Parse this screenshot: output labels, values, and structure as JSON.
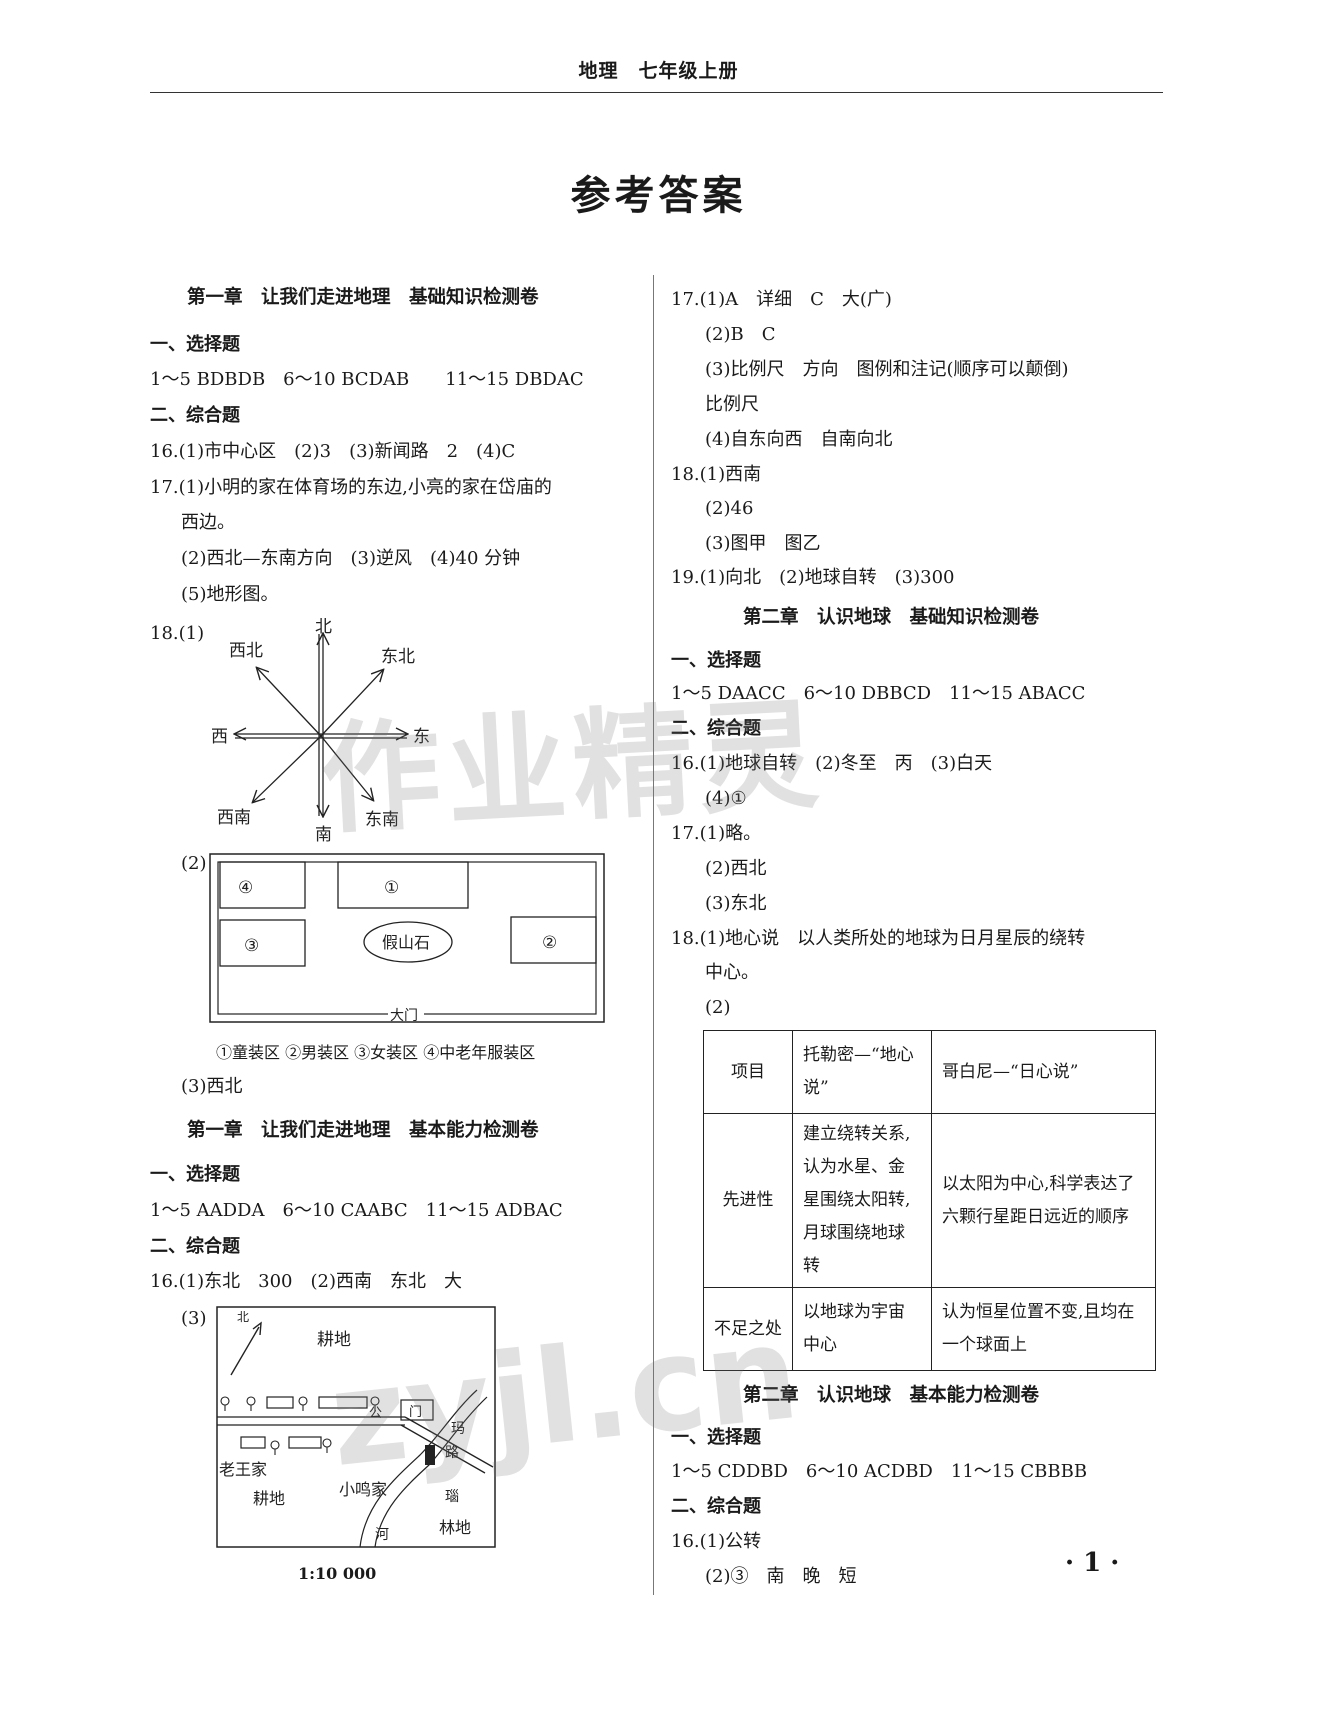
{
  "header": {
    "text": "地理　七年级上册"
  },
  "page_title": "参考答案",
  "left": {
    "sec1_title": "第一章　让我们走进地理　基础知识检测卷",
    "sec1_mc_head": "一、选择题",
    "sec1_mc": "1～5 BDBDB　6～10 BCDAB　　11～15 DBDAC",
    "sec1_comp_head": "二、综合题",
    "sec1_q16": "16.(1)市中心区　(2)3　(3)新闻路　2　(4)C",
    "sec1_q17a": "17.(1)小明的家在体育场的东边,小亮的家在岱庙的",
    "sec1_q17b": "西边。",
    "sec1_q17c": "(2)西北—东南方向　(3)逆风　(4)40 分钟",
    "sec1_q17d": "(5)地形图。",
    "sec1_q18a": "18.(1)",
    "compass": {
      "n": "北",
      "s": "南",
      "e": "东",
      "w": "西",
      "ne": "东北",
      "nw": "西北",
      "se": "东南",
      "sw": "西南"
    },
    "sec1_q18b": "(2)",
    "store": {
      "z1": "①",
      "z2": "②",
      "z3": "③",
      "z4": "④",
      "rock": "假山石",
      "gate": "大门"
    },
    "store_legend": "①童装区 ②男装区 ③女装区 ④中老年服装区",
    "sec1_q18c": "(3)西北",
    "sec2_title": "第一章　让我们走进地理　基本能力检测卷",
    "sec2_mc_head": "一、选择题",
    "sec2_mc": "1～5 AADDA　6～10 CAABC　11～15 ADBAC",
    "sec2_comp_head": "二、综合题",
    "sec2_q16": "16.(1)东北　300　(2)西南　东北　大",
    "sec2_q16c": "(3)",
    "map": {
      "north": "北",
      "farm1": "耕地",
      "lao": "老王家",
      "farm2": "耕地",
      "xiao": "小鸣家",
      "men": "门",
      "gong": "公",
      "road": "玛",
      "lu": "路",
      "he": "河",
      "liu": "瑙",
      "lin": "林地",
      "scale": "1:10 000"
    }
  },
  "right": {
    "q17a": "17.(1)A　详细　C　大(广)",
    "q17b": "(2)B　C",
    "q17c": "(3)比例尺　方向　图例和注记(顺序可以颠倒)",
    "q17d": "比例尺",
    "q17e": "(4)自东向西　自南向北",
    "q18a": "18.(1)西南",
    "q18b": "(2)46",
    "q18c": "(3)图甲　图乙",
    "q19": "19.(1)向北　(2)地球自转　(3)300",
    "sec3_title": "第二章　认识地球　基础知识检测卷",
    "sec3_mc_head": "一、选择题",
    "sec3_mc": "1～5 DAACC　6～10 DBBCD　11～15 ABACC",
    "sec3_comp_head": "二、综合题",
    "sec3_q16a": "16.(1)地球自转　(2)冬至　丙　(3)白天",
    "sec3_q16b": "(4)①",
    "sec3_q17a": "17.(1)略。",
    "sec3_q17b": "(2)西北",
    "sec3_q17c": "(3)东北",
    "sec3_q18a": "18.(1)地心说　以人类所处的地球为日月星辰的绕转",
    "sec3_q18b": "中心。",
    "sec3_q18c": "(2)",
    "table": {
      "h0": "项目",
      "h1": "托勒密—“地心说”",
      "h2": "哥白尼—“日心说”",
      "r1_label": "先进性",
      "r1_c1": "建立绕转关系,认为水星、金星围绕太阳转,月球围绕地球转",
      "r1_c2": "以太阳为中心,科学表达了六颗行星距日远近的顺序",
      "r2_label": "不足之处",
      "r2_c1": "以地球为宇宙中心",
      "r2_c2": "认为恒星位置不变,且均在一个球面上"
    },
    "sec4_title": "第二章　认识地球　基本能力检测卷",
    "sec4_mc_head": "一、选择题",
    "sec4_mc": "1～5 CDDBD　6～10 ACDBD　11～15 CBBBB",
    "sec4_comp_head": "二、综合题",
    "sec4_q16a": "16.(1)公转",
    "sec4_q16b": "(2)③　南　晚　短"
  },
  "watermark": {
    "top": "作业精灵",
    "bottom": "zyjl.cn"
  },
  "page_number": "· 1 ·"
}
